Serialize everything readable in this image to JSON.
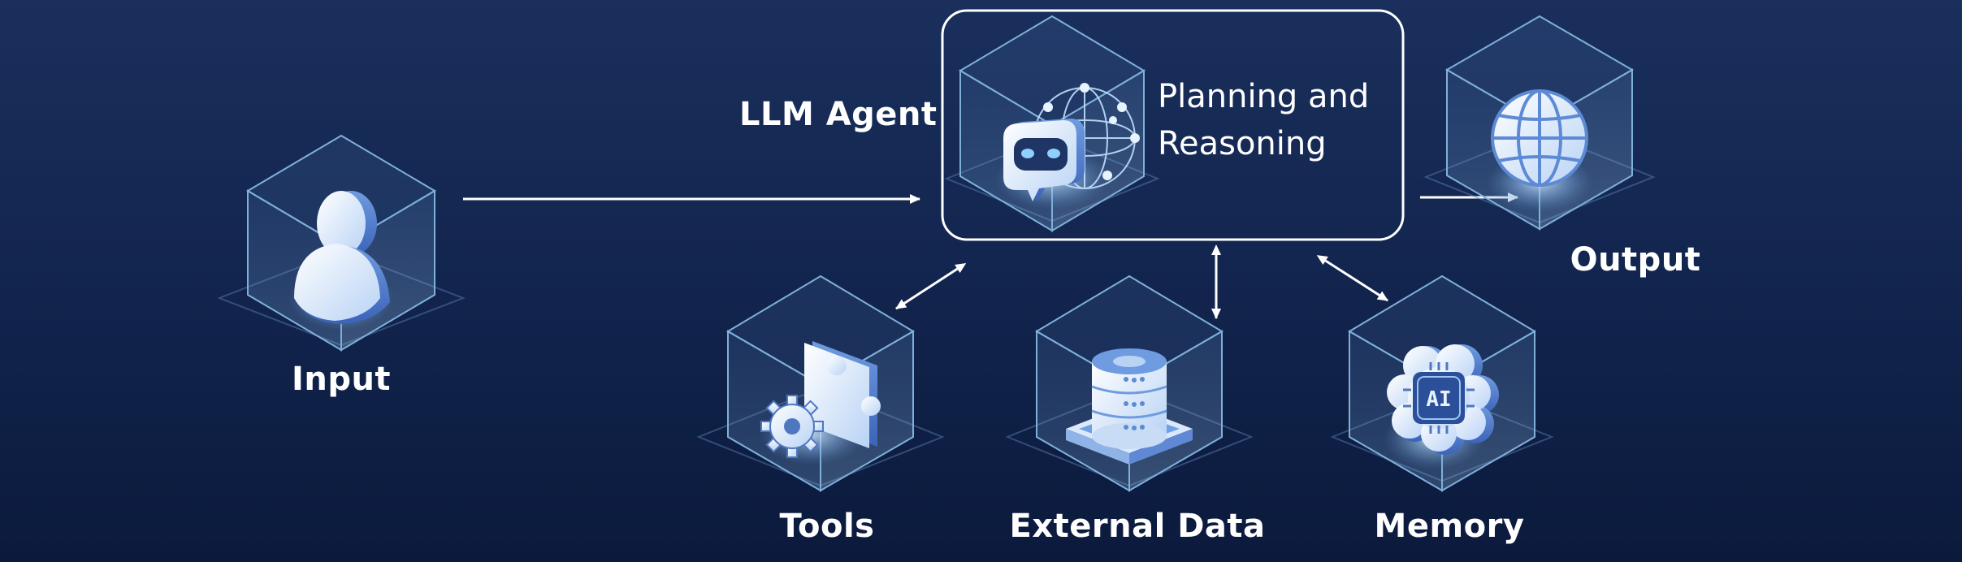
{
  "nodes": {
    "input": {
      "label": "Input"
    },
    "agent": {
      "label": "LLM Agent",
      "box_text_line1": "Planning and",
      "box_text_line2": "Reasoning"
    },
    "output": {
      "label": "Output"
    },
    "tools": {
      "label": "Tools"
    },
    "external_data": {
      "label": "External Data"
    },
    "memory": {
      "label": "Memory"
    }
  },
  "icons": [
    "user-icon",
    "robot-globe-icon",
    "globe-icon",
    "puzzle-gear-icon",
    "database-icon",
    "ai-brain-icon"
  ],
  "colors": {
    "background_top": "#1a2f5c",
    "background_bottom": "#0b1a3c",
    "cube_edge": "#7fb0da",
    "accent": "#4a7fd6",
    "text": "#ffffff"
  }
}
